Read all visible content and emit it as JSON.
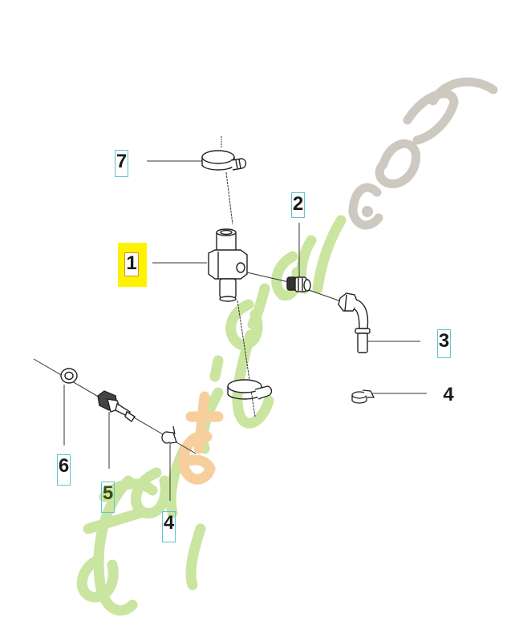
{
  "diagram": {
    "type": "exploded-parts-diagram",
    "watermark": {
      "text_main": "foret'jardin",
      "text_suffix": ".com",
      "colors": {
        "green": "#c9e5a0",
        "orange": "#f6cf9c",
        "gray": "#cdc8c0"
      }
    },
    "accent_colors": {
      "label_border": "#5fc4cf",
      "highlight_fill": "#fff200",
      "highlight_border": "#e08a2a",
      "line_color": "#333333"
    },
    "callouts": [
      {
        "id": "callout-7",
        "label": "7",
        "style": "boxed",
        "part": "hose-clamp-top"
      },
      {
        "id": "callout-2",
        "label": "2",
        "style": "boxed",
        "part": "threaded-nipple"
      },
      {
        "id": "callout-1",
        "label": "1",
        "style": "highlighted",
        "part": "t-connector"
      },
      {
        "id": "callout-3",
        "label": "3",
        "style": "boxed",
        "part": "elbow-fitting"
      },
      {
        "id": "callout-4a",
        "label": "4",
        "style": "plain",
        "part": "small-clamp-right"
      },
      {
        "id": "callout-6",
        "label": "6",
        "style": "boxed",
        "part": "washer"
      },
      {
        "id": "callout-5",
        "label": "5",
        "style": "boxed",
        "part": "hose-nipple"
      },
      {
        "id": "callout-4b",
        "label": "4",
        "style": "boxed",
        "part": "small-clamp-lower"
      }
    ]
  }
}
